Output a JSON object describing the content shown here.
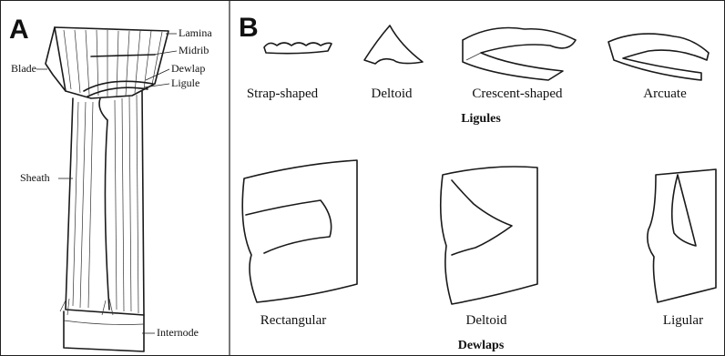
{
  "panels": {
    "a": {
      "letter": "A",
      "labels": {
        "lamina": "Lamina",
        "midrib": "Midrib",
        "dewlap": "Dewlap",
        "ligule": "Ligule",
        "blade": "Blade",
        "sheath": "Sheath",
        "internode": "Internode"
      }
    },
    "b": {
      "letter": "B",
      "ligules": {
        "group_title": "Ligules",
        "items": [
          "Strap-shaped",
          "Deltoid",
          "Crescent-shaped",
          "Arcuate"
        ]
      },
      "dewlaps": {
        "group_title": "Dewlaps",
        "items": [
          "Rectangular",
          "Deltoid",
          "Ligular"
        ]
      }
    }
  },
  "colors": {
    "ink": "#1a1a1a",
    "background": "#ffffff"
  }
}
